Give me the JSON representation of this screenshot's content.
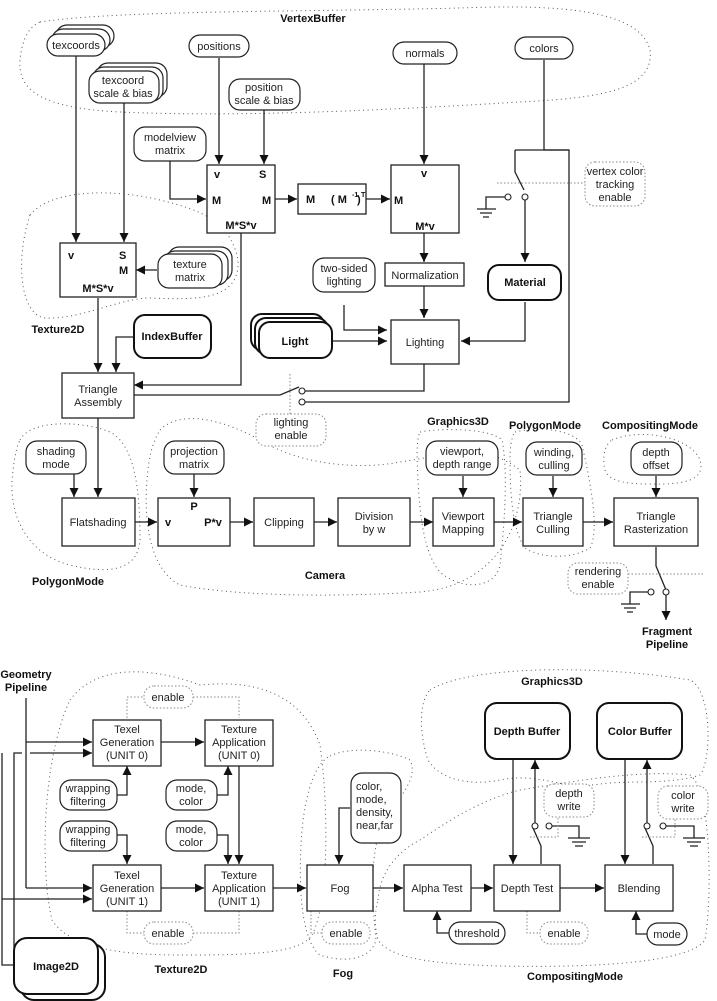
{
  "title": "M3G rendering pipeline",
  "groups": {
    "vertex_buffer": "VertexBuffer",
    "texture2d_top": "Texture2D",
    "polygon_mode_left": "PolygonMode",
    "camera": "Camera",
    "graphics3d_mid": "Graphics3D",
    "polygon_mode_mid": "PolygonMode",
    "compositing_mode_mid": "CompositingMode",
    "graphics3d_bottom": "Graphics3D",
    "texture2d_bottom": "Texture2D",
    "fog": "Fog",
    "compositing_mode_bottom": "CompositingMode"
  },
  "inputs": {
    "texcoords": "texcoords",
    "texcoord_scale_bias": [
      "texcoord",
      "scale & bias"
    ],
    "positions": "positions",
    "position_scale_bias": [
      "position",
      "scale & bias"
    ],
    "normals": "normals",
    "colors": "colors",
    "modelview_matrix": [
      "modelview",
      "matrix"
    ],
    "texture_matrix": [
      "texture",
      "matrix"
    ],
    "two_sided_lighting": [
      "two-sided",
      "lighting"
    ],
    "shading_mode": [
      "shading",
      "mode"
    ],
    "projection_matrix": [
      "projection",
      "matrix"
    ],
    "viewport_depth_range": [
      "viewport,",
      "depth range"
    ],
    "winding_culling": [
      "winding,",
      "culling"
    ],
    "depth_offset": [
      "depth",
      "offset"
    ],
    "wrapping_filtering": [
      "wrapping",
      "filtering"
    ],
    "mode_color": [
      "mode,",
      "color"
    ],
    "fog_params": [
      "color,",
      "mode,",
      "density,",
      "near,far"
    ],
    "threshold": "threshold",
    "mode": "mode"
  },
  "objects": {
    "index_buffer": "IndexBuffer",
    "light": "Light",
    "material": "Material",
    "depth_buffer": "Depth Buffer",
    "color_buffer": "Color Buffer",
    "image2d": "Image2D"
  },
  "blocks": {
    "pos_transform": {
      "v": "v",
      "s": "S",
      "m_in": "M",
      "m_out": "M",
      "out": "M*S*v"
    },
    "inv_transpose": {
      "m": "M",
      "expr": "( M",
      "sup1": "-1",
      "close": ")",
      "sup2": "T"
    },
    "normal_transform": {
      "v": "v",
      "m": "M",
      "out": "M*v"
    },
    "tex_transform": {
      "v": "v",
      "s": "S",
      "m": "M",
      "out": "M*S*v"
    },
    "normalization": "Normalization",
    "lighting": "Lighting",
    "triangle_assembly": [
      "Triangle",
      "Assembly"
    ],
    "flatshading": "Flatshading",
    "projection": {
      "p": "P",
      "v": "v",
      "out": "P*v"
    },
    "clipping": "Clipping",
    "division_by_w": [
      "Division",
      "by w"
    ],
    "viewport_mapping": [
      "Viewport",
      "Mapping"
    ],
    "triangle_culling": [
      "Triangle",
      "Culling"
    ],
    "triangle_rasterization": [
      "Triangle",
      "Rasterization"
    ],
    "texel_gen_0": [
      "Texel",
      "Generation",
      "(UNIT 0)"
    ],
    "texture_app_0": [
      "Texture",
      "Application",
      "(UNIT 0)"
    ],
    "texel_gen_1": [
      "Texel",
      "Generation",
      "(UNIT 1)"
    ],
    "texture_app_1": [
      "Texture",
      "Application",
      "(UNIT 1)"
    ],
    "fog": "Fog",
    "alpha_test": "Alpha Test",
    "depth_test": "Depth Test",
    "blending": "Blending"
  },
  "switches": {
    "vertex_color_tracking": [
      "vertex color",
      "tracking",
      "enable"
    ],
    "lighting_enable": [
      "lighting",
      "enable"
    ],
    "rendering_enable": [
      "rendering",
      "enable"
    ],
    "texture_enable_0": "enable",
    "texture_enable_1": "enable",
    "fog_enable": "enable",
    "depth_test_enable": "enable",
    "depth_write": [
      "depth",
      "write"
    ],
    "color_write": [
      "color",
      "write"
    ]
  },
  "labels": {
    "fragment_pipeline": [
      "Fragment",
      "Pipeline"
    ],
    "geometry_pipeline": [
      "Geometry",
      "Pipeline"
    ]
  }
}
